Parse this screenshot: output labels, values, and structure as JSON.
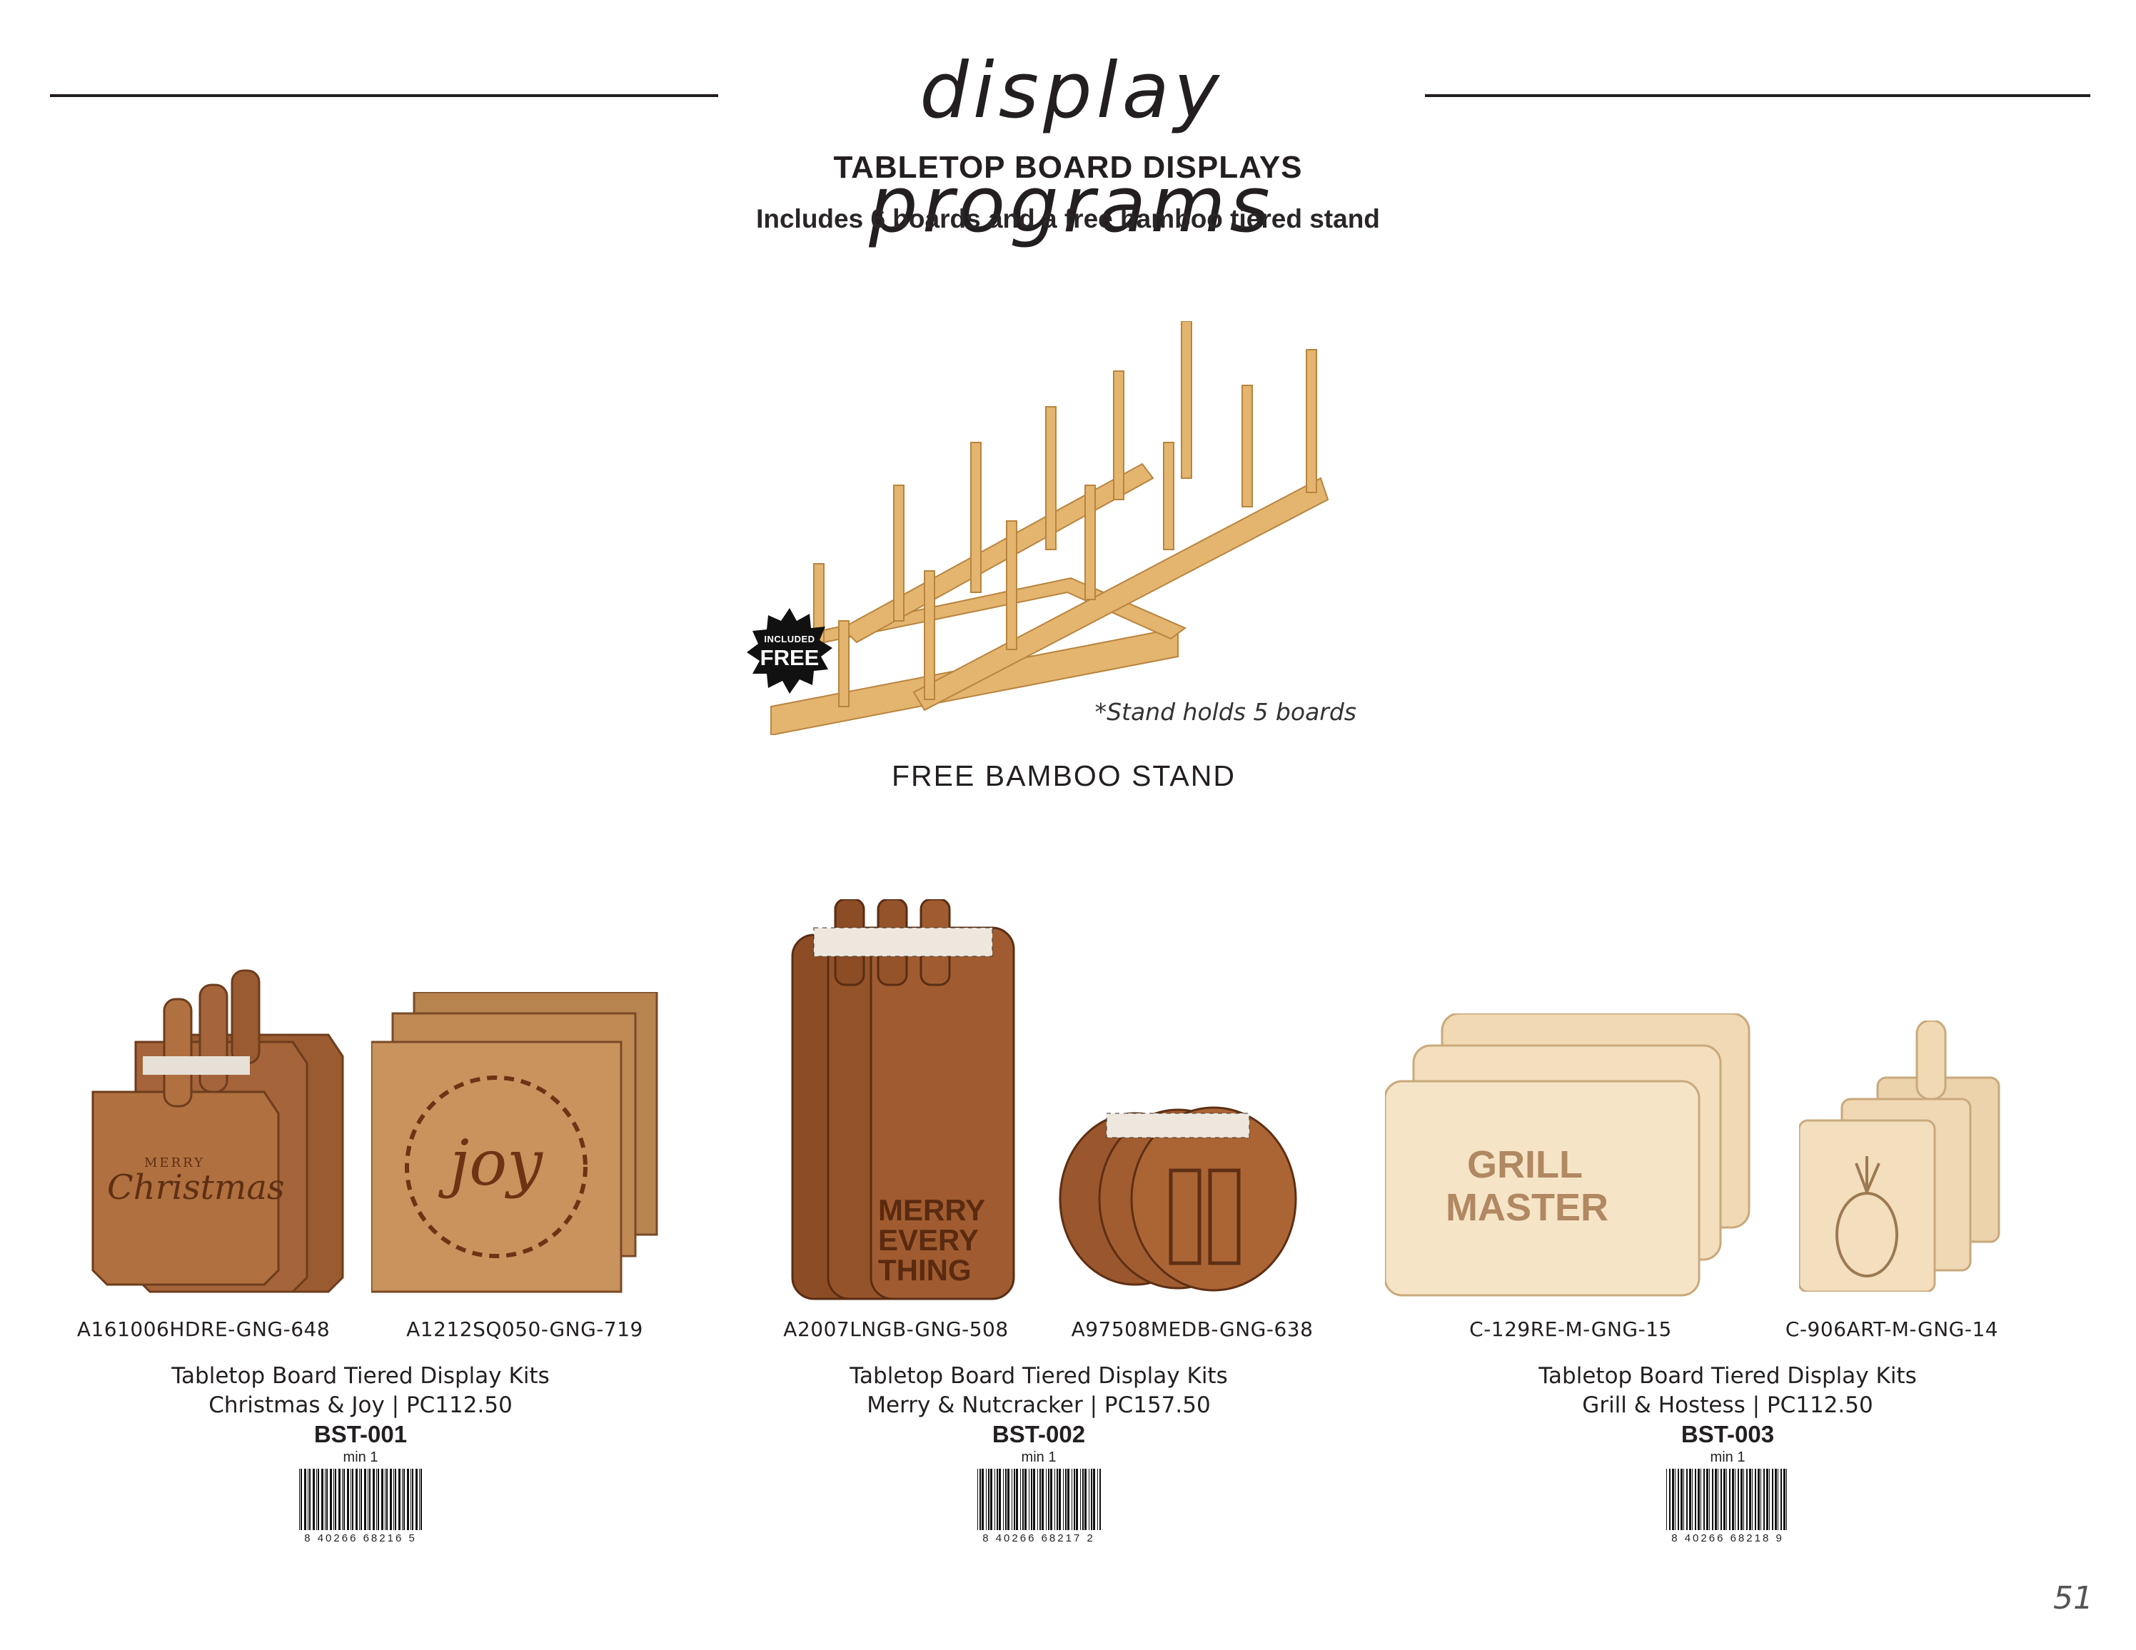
{
  "header": {
    "title": "display programs",
    "section_title": "TABLETOP BOARD DISPLAYS",
    "section_subtitle": "Includes 6 boards and a free bamboo tiered stand"
  },
  "stand": {
    "badge_small": "INCLUDED",
    "badge_big": "FREE",
    "note": "*Stand holds 5 boards",
    "label": "FREE BAMBOO STAND"
  },
  "kits": [
    {
      "skus": [
        "A161006HDRE-GNG-648",
        "A1212SQ050-GNG-719"
      ],
      "line1": "Tabletop Board Tiered Display Kits",
      "line2": "Christmas & Joy | PC112.50",
      "code": "BST-001",
      "min": "min 1",
      "barcode": "8 40266 68216 5",
      "engravings": [
        "MERRY",
        "Christmas",
        "joy"
      ]
    },
    {
      "skus": [
        "A2007LNGB-GNG-508",
        "A97508MEDB-GNG-638"
      ],
      "line1": "Tabletop Board Tiered Display Kits",
      "line2": "Merry & Nutcracker | PC157.50",
      "code": "BST-002",
      "min": "min 1",
      "barcode": "8 40266 68217 2",
      "engravings": [
        "MERRY",
        "EVERY",
        "THING"
      ]
    },
    {
      "skus": [
        "C-129RE-M-GNG-15",
        "C-906ART-M-GNG-14"
      ],
      "line1": "Tabletop Board Tiered Display Kits",
      "line2": "Grill & Hostess | PC112.50",
      "code": "BST-003",
      "min": "min 1",
      "barcode": "8 40266 68218 9",
      "engravings": [
        "GRILL",
        "MASTER"
      ]
    }
  ],
  "page_number": "51",
  "colors": {
    "text": "#231f20",
    "bamboo": "#e0b06a",
    "acacia": "#a9683a",
    "maple": "#f1dcba",
    "badge": "#111111"
  }
}
